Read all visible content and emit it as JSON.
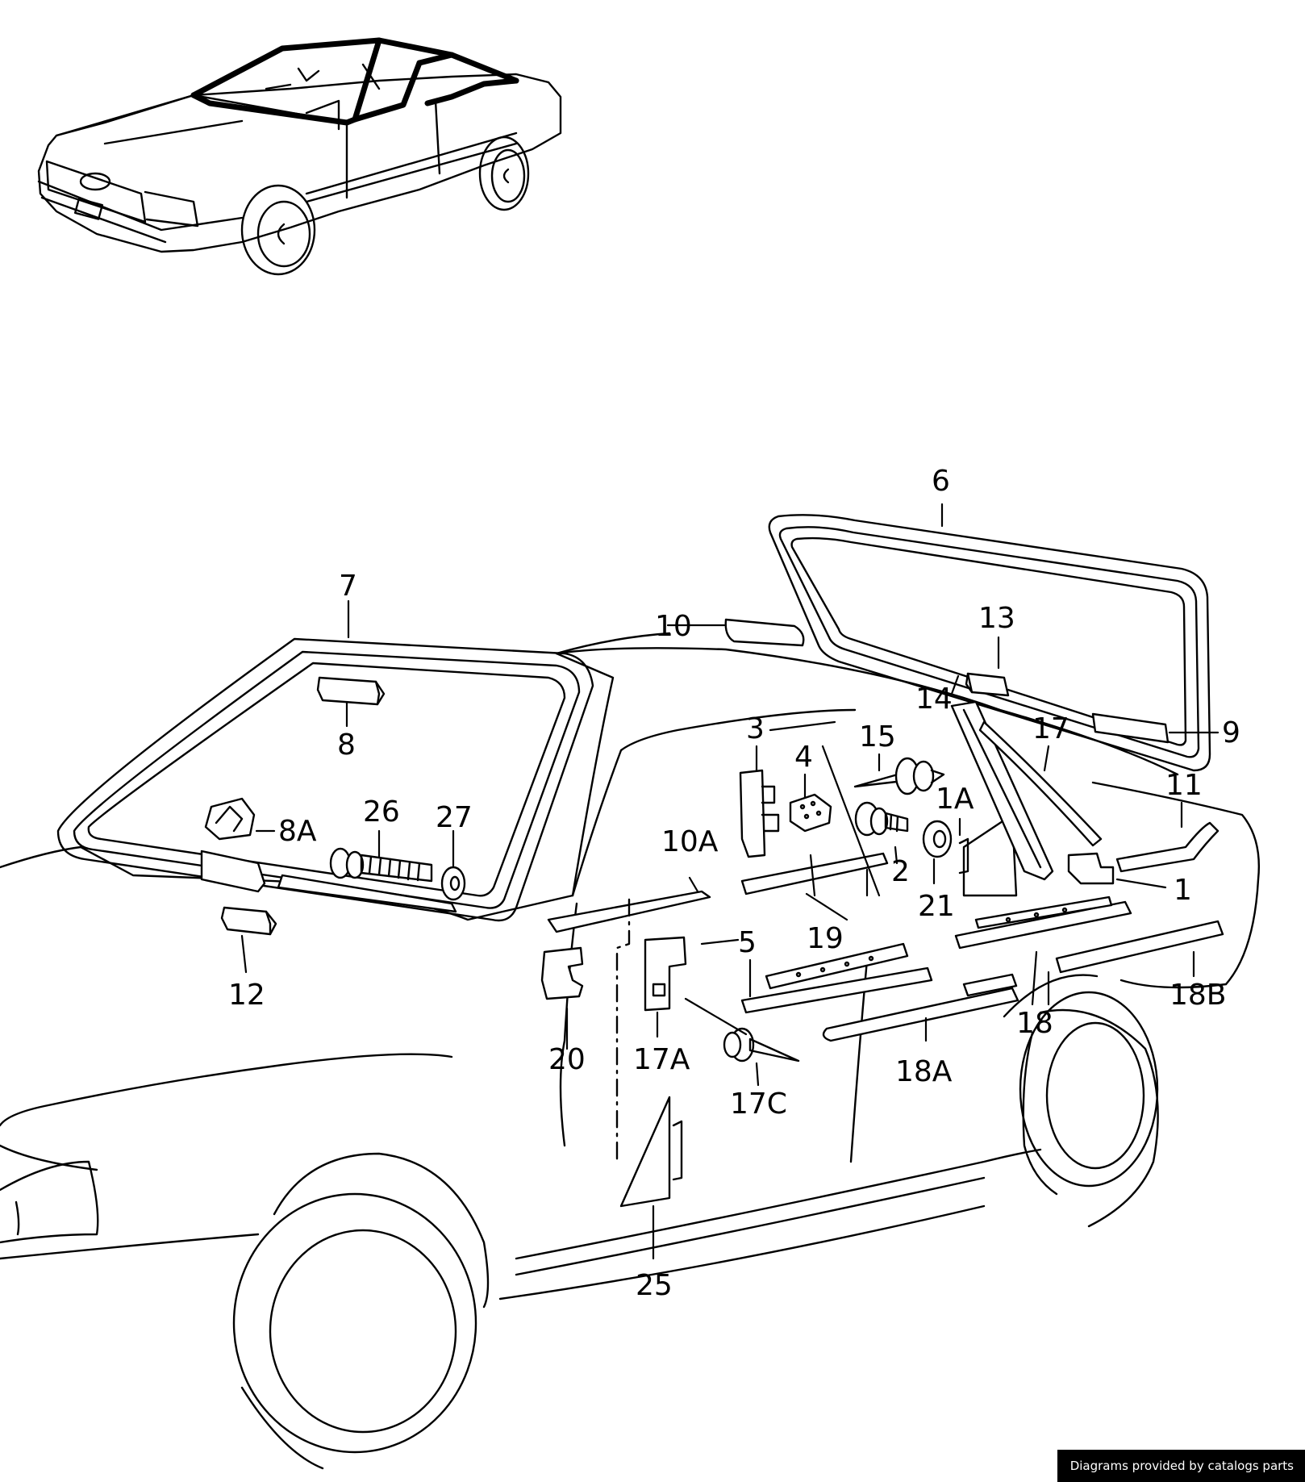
{
  "footer": {
    "credit": "Diagrams provided by catalogs parts"
  },
  "callouts": {
    "c1": "1",
    "c1A": "1A",
    "c2": "2",
    "c3": "3",
    "c4": "4",
    "c5": "5",
    "c6": "6",
    "c7": "7",
    "c8": "8",
    "c8A": "8A",
    "c9": "9",
    "c10": "10",
    "c10A": "10A",
    "c11": "11",
    "c12": "12",
    "c13": "13",
    "c14": "14",
    "c15": "15",
    "c17": "17",
    "c17A": "17A",
    "c17C": "17C",
    "c18": "18",
    "c18A": "18A",
    "c18B": "18B",
    "c19": "19",
    "c20": "20",
    "c21": "21",
    "c25": "25",
    "c26": "26",
    "c27": "27"
  },
  "colors": {
    "line": "#000000",
    "background": "#ffffff",
    "credit_bg": "#000000",
    "credit_text": "#ffffff"
  }
}
